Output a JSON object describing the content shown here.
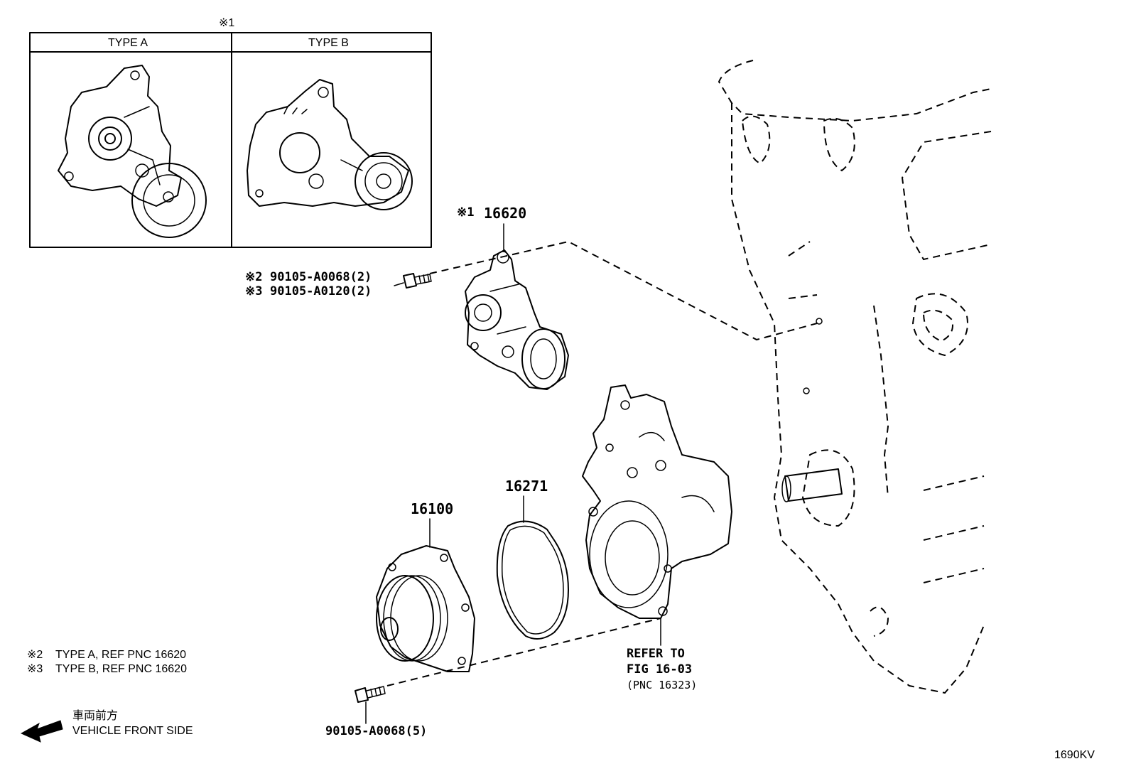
{
  "inset": {
    "marker": "※1",
    "type_a_label": "TYPE A",
    "type_b_label": "TYPE B"
  },
  "callouts": {
    "tensioner": {
      "marker": "※1",
      "part_no": "16620"
    },
    "tensioner_bolt_a": {
      "marker": "※2",
      "part_no": "90105-A0068(2)"
    },
    "tensioner_bolt_b": {
      "marker": "※3",
      "part_no": "90105-A0120(2)"
    },
    "gasket": {
      "part_no": "16271"
    },
    "water_pump": {
      "part_no": "16100"
    },
    "pump_bolt": {
      "part_no": "90105-A0068(5)"
    },
    "refer": {
      "line1": "REFER TO",
      "line2": "FIG 16-03",
      "line3": "(PNC 16323)"
    }
  },
  "notes": [
    {
      "marker": "※2",
      "text": "TYPE A, REF PNC 16620"
    },
    {
      "marker": "※3",
      "text": "TYPE B, REF PNC 16620"
    }
  ],
  "direction": {
    "label_jp": "車両前方",
    "label_en": "VEHICLE FRONT SIDE",
    "icon": "arrow-left-icon"
  },
  "figure_code": "1690KV"
}
